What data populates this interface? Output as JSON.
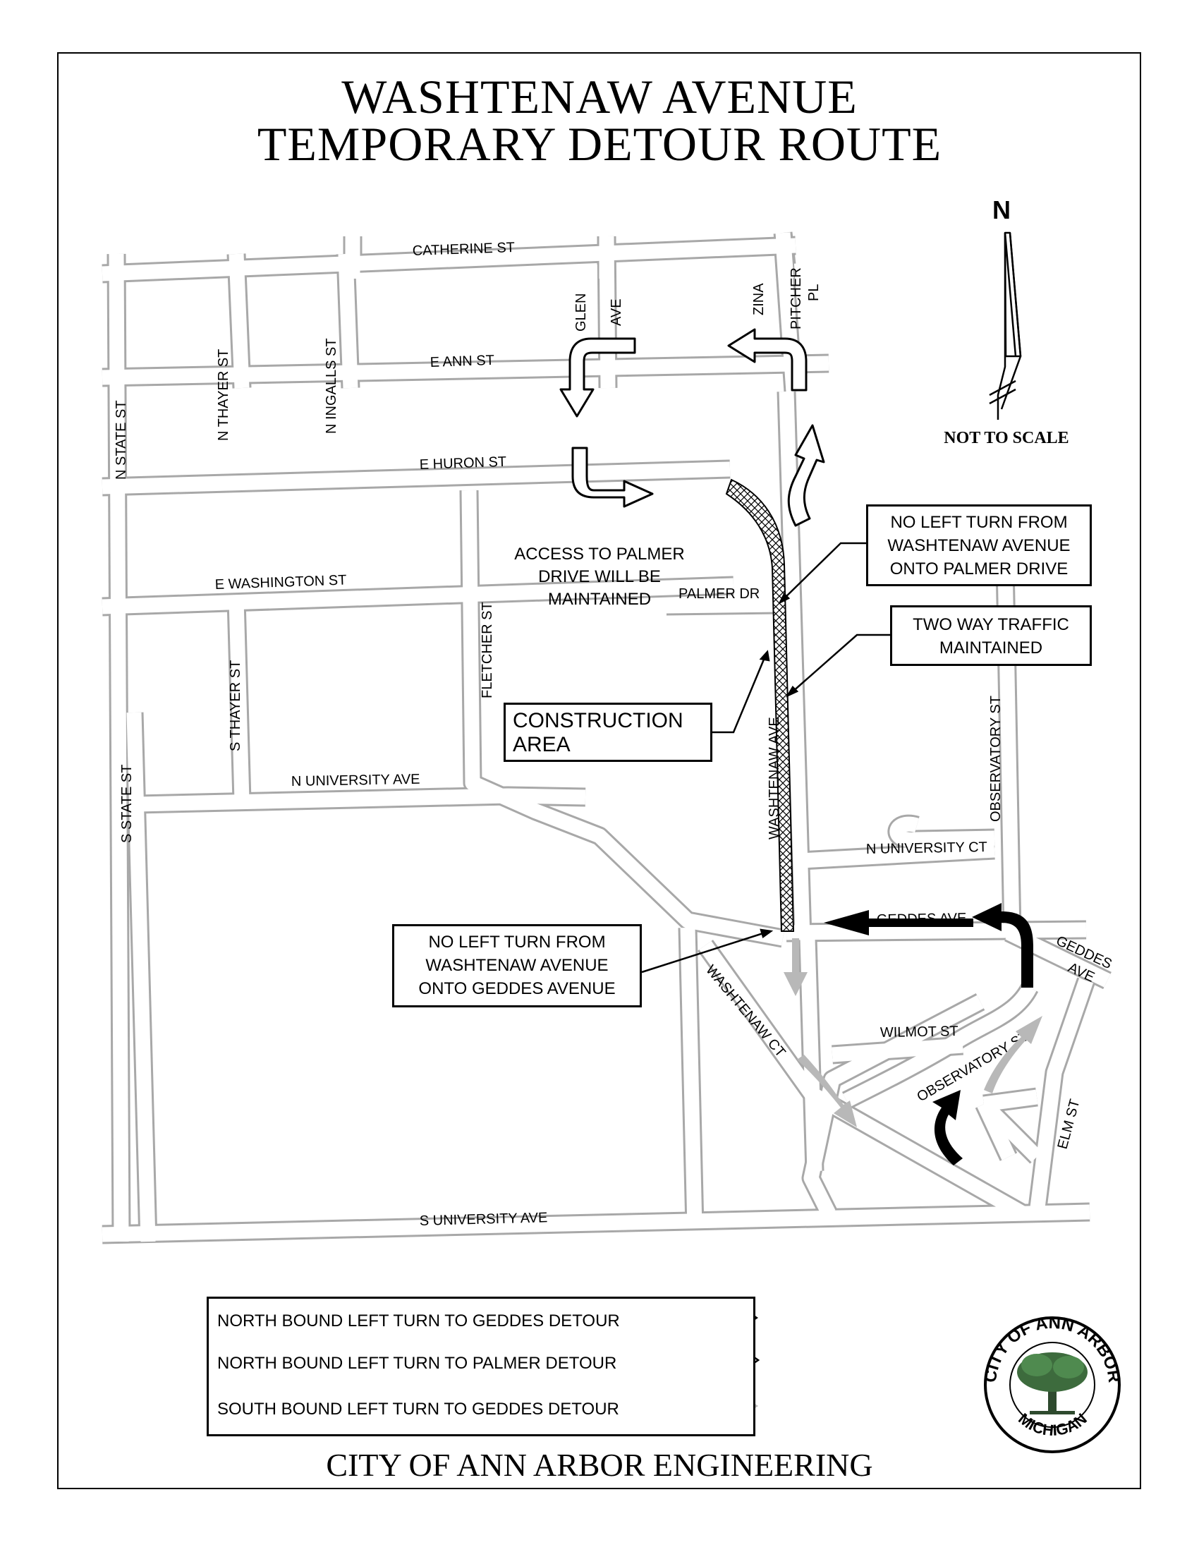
{
  "title": {
    "line1": "WASHTENAW AVENUE",
    "line2": "TEMPORARY DETOUR ROUTE"
  },
  "footer": "CITY OF ANN ARBOR ENGINEERING",
  "north_arrow": {
    "label": "N",
    "scale_note": "NOT TO SCALE"
  },
  "streets": {
    "catherine": "CATHERINE ST",
    "e_ann": "E ANN ST",
    "e_huron": "E HURON ST",
    "e_washington": "E WASHINGTON ST",
    "n_university_ave": "N UNIVERSITY AVE",
    "s_university_ave": "S UNIVERSITY AVE",
    "n_state": "N STATE ST",
    "s_state": "S STATE ST",
    "n_thayer": "N THAYER ST",
    "s_thayer": "S THAYER ST",
    "n_ingalls": "N INGALLS ST",
    "fletcher": "FLETCHER ST",
    "glen": "GLEN",
    "ave": "AVE",
    "zina": "ZINA",
    "pitcher": "PITCHER",
    "pl": "PL",
    "palmer_dr": "PALMER DR",
    "washtenaw_ave": "WASHTENAW AVE",
    "washtenaw_ct": "WASHTENAW CT",
    "observatory_st_north": "OBSERVATORY ST",
    "observatory_st_south": "OBSERVATORY ST",
    "n_university_ct": "N UNIVERSITY CT",
    "geddes_ave": "GEDDES AVE",
    "geddes": "GEDDES",
    "geddes_ave_suffix": "AVE",
    "wilmot": "WILMOT ST",
    "elm": "ELM ST"
  },
  "annotations": {
    "palmer_access": [
      "ACCESS TO PALMER",
      "DRIVE WILL BE",
      "MAINTAINED"
    ],
    "no_left_palmer": [
      "NO LEFT TURN FROM",
      "WASHTENAW AVENUE",
      "ONTO PALMER DRIVE"
    ],
    "two_way": [
      "TWO WAY TRAFFIC",
      "MAINTAINED"
    ],
    "construction": [
      "CONSTRUCTION",
      "AREA"
    ],
    "no_left_geddes": [
      "NO LEFT TURN FROM",
      "WASHTENAW AVENUE",
      "ONTO GEDDES AVENUE"
    ]
  },
  "legend": [
    {
      "label": "NORTH BOUND LEFT TURN TO GEDDES DETOUR",
      "arrow": "solid-black-arrow"
    },
    {
      "label": "NORTH BOUND LEFT TURN TO PALMER DETOUR",
      "arrow": "outline-white-arrow"
    },
    {
      "label": "SOUTH BOUND LEFT TURN TO GEDDES DETOUR",
      "arrow": "solid-gray-arrow"
    }
  ],
  "seal": {
    "top_text": "CITY OF ANN ARBOR",
    "bottom_text": "MICHIGAN",
    "icon": "oak-tree-seal-icon"
  },
  "colors": {
    "road_outline": "#a8a8a8",
    "geddes_detour": "#000000",
    "palmer_detour": "#ffffff",
    "southbound_detour": "#b8b8b8"
  }
}
